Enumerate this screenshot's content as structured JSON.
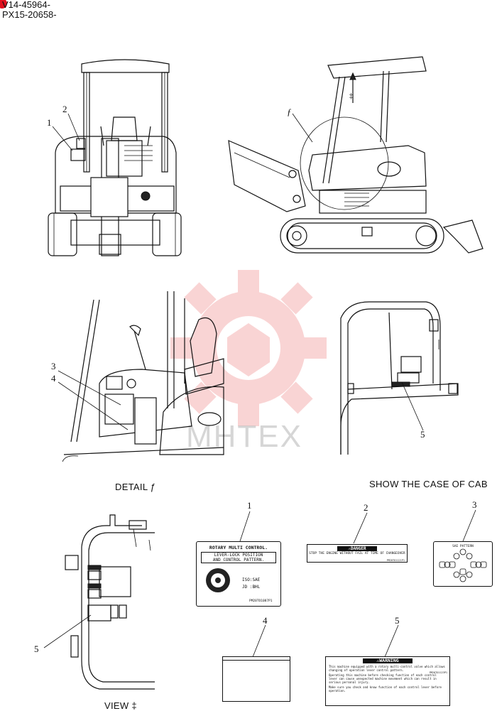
{
  "header": {
    "code_line_1": "V14-45964-",
    "code_line_2": "PX15-20658-"
  },
  "captions": {
    "detail": "DETAIL ƒ",
    "cab_case": "SHOW THE CASE OF CAB",
    "view": "VIEW ‡"
  },
  "callouts": {
    "front_1": "1",
    "front_2": "2",
    "side_f": "ƒ",
    "side_arrow": "‡",
    "detail_3": "3",
    "detail_4": "4",
    "cab_5": "5",
    "view_5": "5",
    "label_1": "1",
    "label_2": "2",
    "label_3": "3",
    "label_4": "4",
    "label_5": "5"
  },
  "labels": {
    "l1": {
      "title": "ROTARY MULTI CONTROL.",
      "line1": "LEVER-LOCK POSITION",
      "line2": "AND CONTROL PATTERN.",
      "iso": "ISO:SAE",
      "jd": "JD :BHL",
      "part": "PM20TO1087P1"
    },
    "l2": {
      "banner": "⚠DANGER",
      "text": "STOP THE ENGINE WITHOUT FAIL AT TIME OF CHANGEOVER",
      "part": "PM20TO1121P1"
    },
    "l3": {
      "title": "SAE PATTERN"
    },
    "l5": {
      "banner": "⚠WARNING",
      "p1": "This machine equipped with a rotary multi-control valve which allows changing of operation lever control pattern.",
      "p2": "Operating this machine before checking function of each control lever can cause unexpected machine movement which can result in serious personal injury.",
      "p3": "Make sure you check and know function of each control lever before operation.",
      "part": "PM20TO1123P1"
    }
  },
  "watermark": {
    "text": "MHTEX"
  },
  "colors": {
    "accent_dot": "#e0101e",
    "watermark": "#e84040"
  }
}
